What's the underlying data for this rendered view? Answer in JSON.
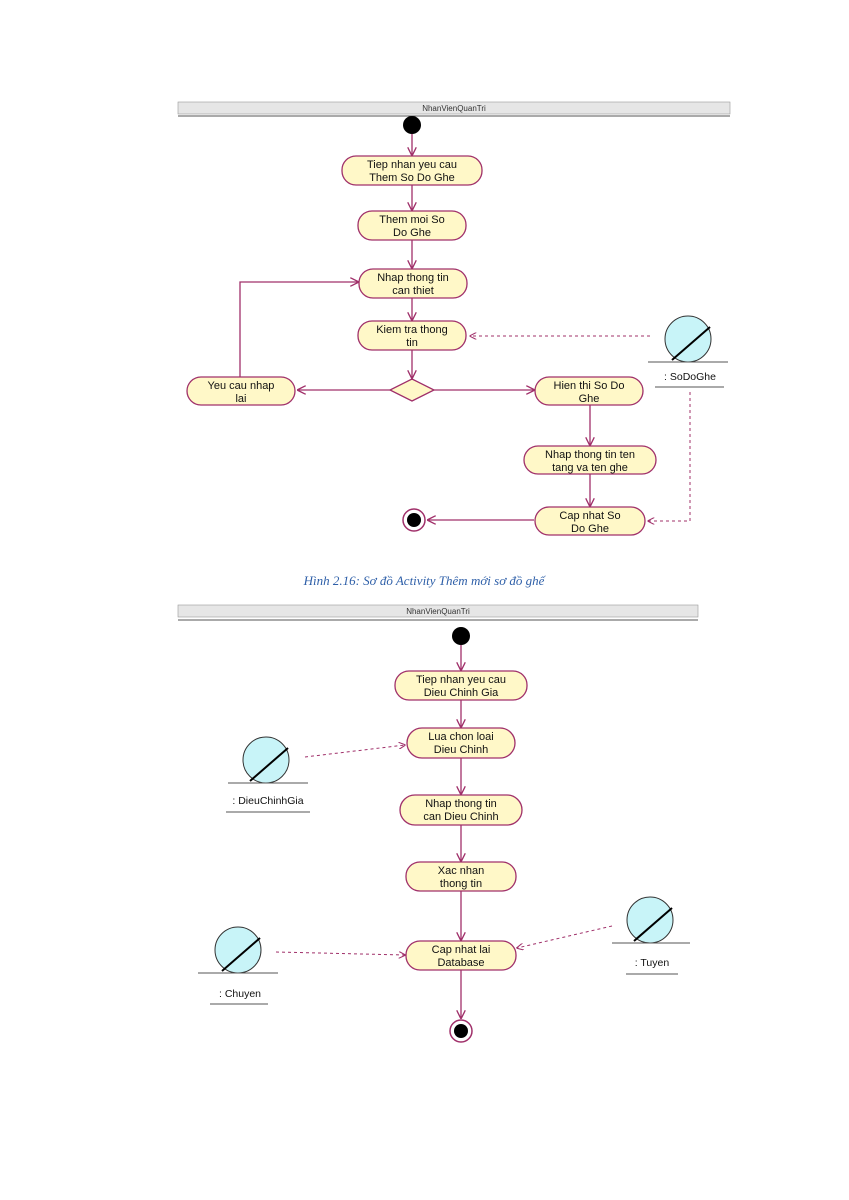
{
  "colors": {
    "activity_fill": "#fff8c8",
    "activity_stroke": "#a0306a",
    "flow": "#a0306a",
    "object_fill": "#c8f4f8",
    "caption": "#2e5fa8",
    "header_fill": "#e6e6e6"
  },
  "diagram1": {
    "lane_title": "NhanVienQuanTri",
    "nodes": {
      "tiep_nhan": [
        "Tiep nhan yeu cau",
        "Them So Do Ghe"
      ],
      "them_moi": [
        "Them moi So",
        "Do Ghe"
      ],
      "nhap_thong_tin": [
        "Nhap thong tin",
        "can thiet"
      ],
      "kiem_tra": [
        "Kiem tra thong",
        "tin"
      ],
      "yeu_cau": [
        "Yeu cau nhap",
        "lai"
      ],
      "hien_thi": [
        "Hien thi So Do",
        "Ghe"
      ],
      "nhap_tang": [
        "Nhap thong tin ten",
        "tang va ten ghe"
      ],
      "cap_nhat": [
        "Cap nhat So",
        "Do Ghe"
      ]
    },
    "object": ": SoDoGhe",
    "caption": "Hình 2.16: Sơ đồ Activity Thêm mới sơ đồ ghế"
  },
  "diagram2": {
    "lane_title": "NhanVienQuanTri",
    "nodes": {
      "tiep_nhan": [
        "Tiep nhan yeu cau",
        "Dieu Chinh Gia"
      ],
      "lua_chon": [
        "Lua chon loai",
        "Dieu Chinh"
      ],
      "nhap_thong_tin": [
        "Nhap thong tin",
        "can Dieu Chinh"
      ],
      "xac_nhan": [
        "Xac nhan",
        "thong tin"
      ],
      "cap_nhat": [
        "Cap nhat lai",
        "Database"
      ]
    },
    "objects": {
      "dieu_chinh_gia": ": DieuChinhGia",
      "chuyen": ": Chuyen",
      "tuyen": ": Tuyen"
    }
  }
}
